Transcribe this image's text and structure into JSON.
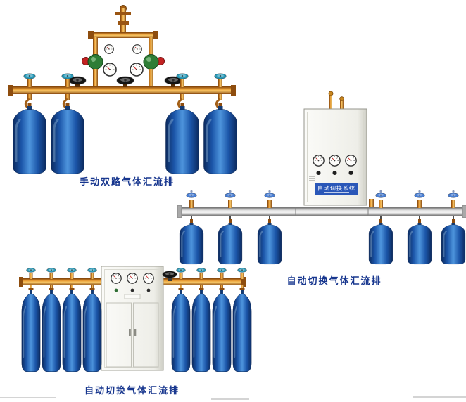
{
  "page": {
    "background": "#ffffff",
    "caption_color": "#17368e"
  },
  "figures": {
    "manual_dual": {
      "caption": "手动双路气体汇流排",
      "cylinders": 4
    },
    "auto_switch_cabinet": {
      "caption": "自动切换气体汇流排",
      "cabinet_label": "自动切换系统",
      "cylinders": 6
    },
    "auto_switch_floor": {
      "caption": "自动切换气体汇流排",
      "cylinders": 8
    }
  },
  "colors": {
    "brass_pipe": "#d98a2b",
    "cylinder_blue": "#1b55a8",
    "silver_pipe": "#c8c8c8",
    "cabinet_body": "#f2f2ec",
    "cabinet_label_bg": "#2a57b8",
    "handwheel_teal": "#2a9ab8",
    "handwheel_blue": "#4a7fd4",
    "handwheel_black": "#141414",
    "regulator_green": "#2e7d36",
    "regulator_red": "#c32222"
  }
}
